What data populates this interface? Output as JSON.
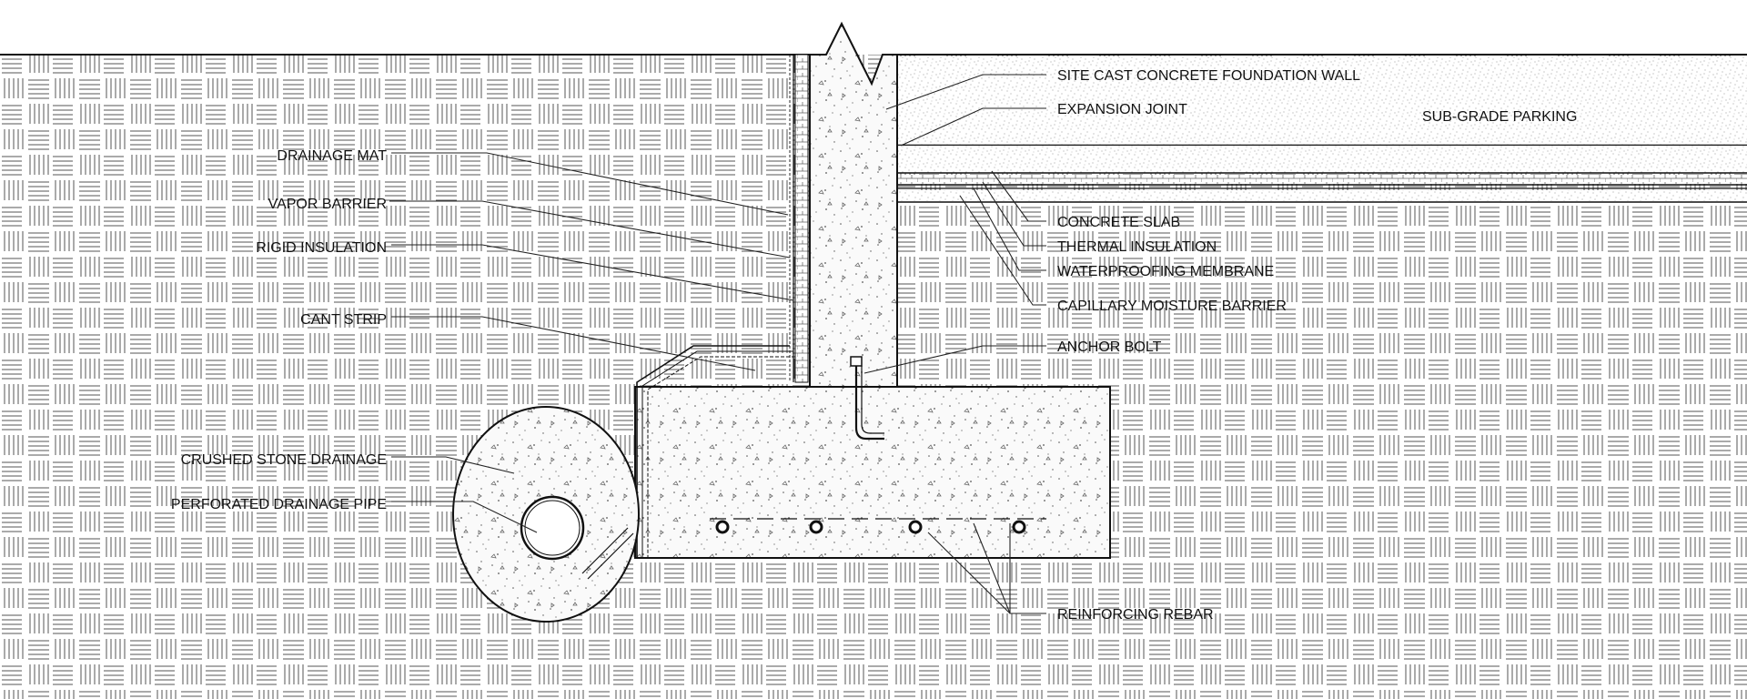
{
  "title": "",
  "labels_left": {
    "drainage_mat": "DRAINAGE MAT",
    "vapor_barrier": "VAPOR BARRIER",
    "rigid_insulation": "RIGID INSULATION",
    "cant_strip": "CANT STRIP",
    "crushed_stone": "CRUSHED STONE DRAINAGE",
    "perforated_pipe": "PERFORATED DRAINAGE PIPE"
  },
  "labels_right": {
    "site_cast_wall": "SITE CAST CONCRETE FOUNDATION WALL",
    "expansion_joint": "EXPANSION JOINT",
    "sub_grade_parking": "SUB-GRADE PARKING",
    "concrete_slab": "CONCRETE SLAB",
    "thermal_insulation": "THERMAL INSULATION",
    "waterproofing_membrane": "WATERPROOFING MEMBRANE",
    "capillary_barrier": "CAPILLARY MOISTURE BARRIER",
    "anchor_bolt": "ANCHOR BOLT",
    "reinforcing_rebar": "REINFORCING REBAR"
  },
  "colors": {
    "line": "#111111",
    "background": "#ffffff"
  }
}
